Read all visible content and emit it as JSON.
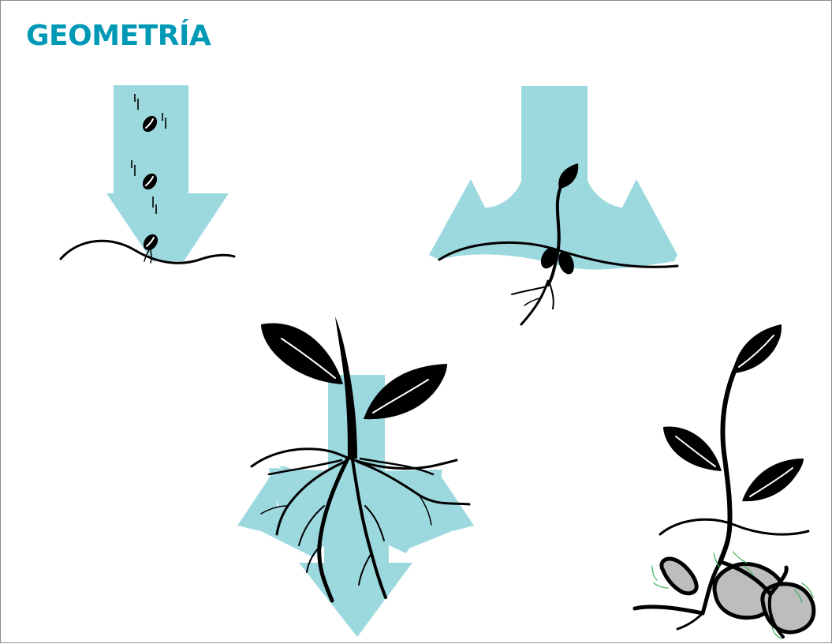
{
  "slide": {
    "title": "GEOMETRÍA",
    "title_color": "#0099b5"
  },
  "colors": {
    "arrow": "#9cd9df",
    "ink": "#000000",
    "stone": "#bdbdbd",
    "motion_marks": "#3cb15a"
  },
  "panels": [
    {
      "name": "seed-falling",
      "icon": "down-arrow-with-falling-seeds"
    },
    {
      "name": "sprout-emerging",
      "icon": "down-arrow-branching-with-sprout"
    },
    {
      "name": "roots-spreading",
      "icon": "three-way-arrow-with-plant"
    },
    {
      "name": "roots-around-stones",
      "icon": "plant-roots-bending-around-stones"
    }
  ]
}
